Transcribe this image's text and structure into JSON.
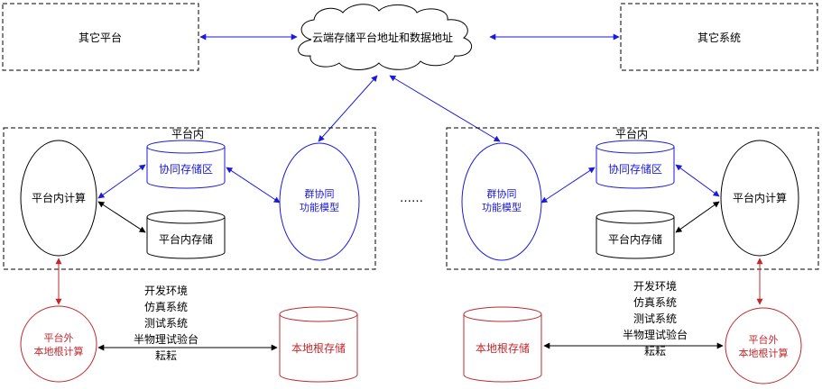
{
  "labels": {
    "other_platform": "其它平台",
    "cloud": "云端存储平台地址和数据地址",
    "other_system": "其它系统",
    "platform_inner_left": "平台内",
    "platform_inner_right": "平台内",
    "compute_left": "平台内计算",
    "compute_right": "平台内计算",
    "collab_storage_left": "协同存储区",
    "collab_storage_right": "协同存储区",
    "inner_storage_left": "平台内存储",
    "inner_storage_right": "平台内存储",
    "swarm_model_left_1": "群协同",
    "swarm_model_left_2": "功能模型",
    "swarm_model_right_1": "群协同",
    "swarm_model_right_2": "功能模型",
    "ellipsis": "……",
    "env_left": [
      "开发环境",
      "仿真系统",
      "测试系统",
      "半物理试验台",
      "耘耘"
    ],
    "env_right": [
      "开发环境",
      "仿真系统",
      "测试系统",
      "半物理试验台",
      "耘耘"
    ],
    "external_compute_left_1": "平台外",
    "external_compute_left_2": "本地根计算",
    "external_compute_right_1": "平台外",
    "external_compute_right_2": "本地根计算",
    "local_root_storage_left": "本地根存储",
    "local_root_storage_right": "本地根存储"
  },
  "colors": {
    "black": "#000000",
    "blue": "#1a1adb",
    "red": "#c0282d",
    "grey": "#555555"
  }
}
